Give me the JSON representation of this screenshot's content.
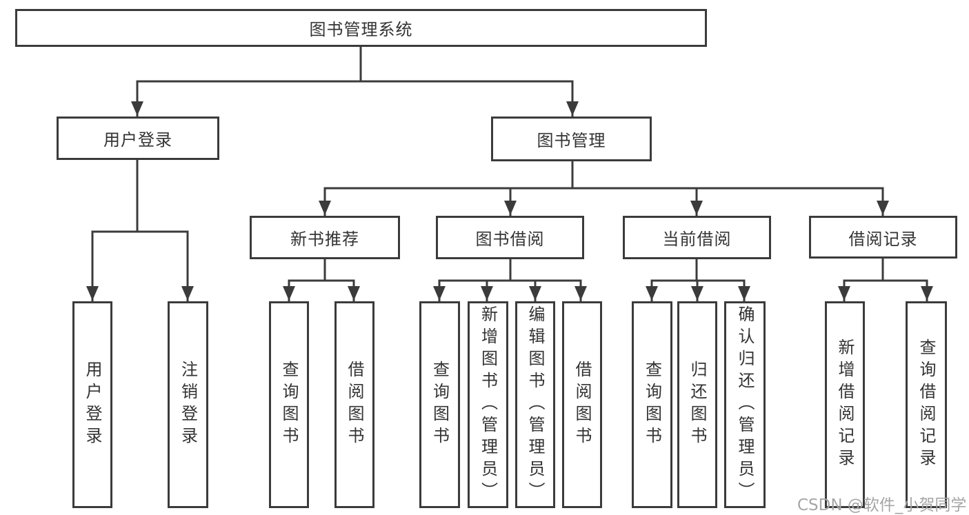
{
  "diagram": {
    "tree": {
      "root": "图书管理系统",
      "user_login": {
        "label": "用户登录",
        "children": {
          "login": "用户登录",
          "logout": "注销登录"
        }
      },
      "book_management": {
        "label": "图书管理",
        "new_book_recommend": {
          "label": "新书推荐",
          "children": {
            "query_book": "查询图书",
            "borrow_book": "借阅图书"
          }
        },
        "book_borrow": {
          "label": "图书借阅",
          "children": {
            "query_book": "查询图书",
            "add_book": "新增图书（管理员）",
            "edit_book": "编辑图书（管理员）",
            "borrow_book": "借阅图书"
          }
        },
        "current_borrow": {
          "label": "当前借阅",
          "children": {
            "query_book": "查询图书",
            "return_book": "归还图书",
            "confirm_return": "确认归还（管理员）"
          }
        },
        "borrow_record": {
          "label": "借阅记录",
          "children": {
            "add_record": "新增借阅记录",
            "query_record": "查询借阅记录"
          }
        }
      }
    },
    "colors": {
      "line": "#3b3b3b",
      "text": "#333333",
      "watermark": "#a6a6a6",
      "background": "#ffffff"
    }
  },
  "watermark": "CSDN @软件_小贺同学"
}
